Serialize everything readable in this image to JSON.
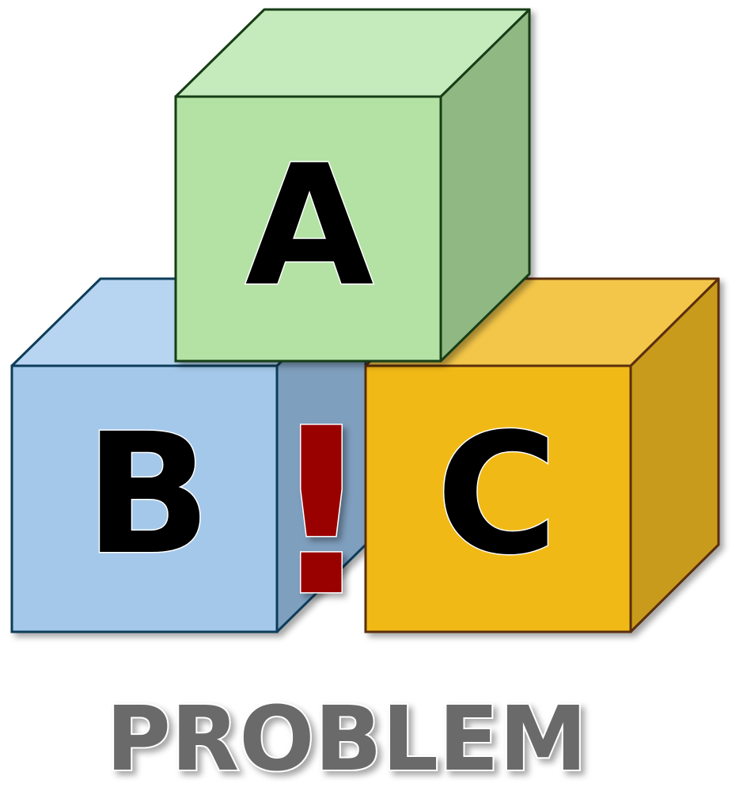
{
  "blocks": {
    "a": {
      "letter": "A",
      "front": "#b3e2a4",
      "top": "#c5eabb",
      "side": "#8fb882",
      "edge": "#153d15"
    },
    "b": {
      "letter": "B",
      "front": "#a4c8ea",
      "top": "#b7d4f0",
      "side": "#7f9fbe",
      "edge": "#0e3e5a"
    },
    "c": {
      "letter": "C",
      "front": "#f0b915",
      "top": "#f3c64a",
      "side": "#c89b1c",
      "edge": "#5a2e0c"
    }
  },
  "exclamation": {
    "symbol": "!",
    "color": "#990000"
  },
  "caption": {
    "text": "PROBLEM",
    "color": "#6b6b6b"
  }
}
